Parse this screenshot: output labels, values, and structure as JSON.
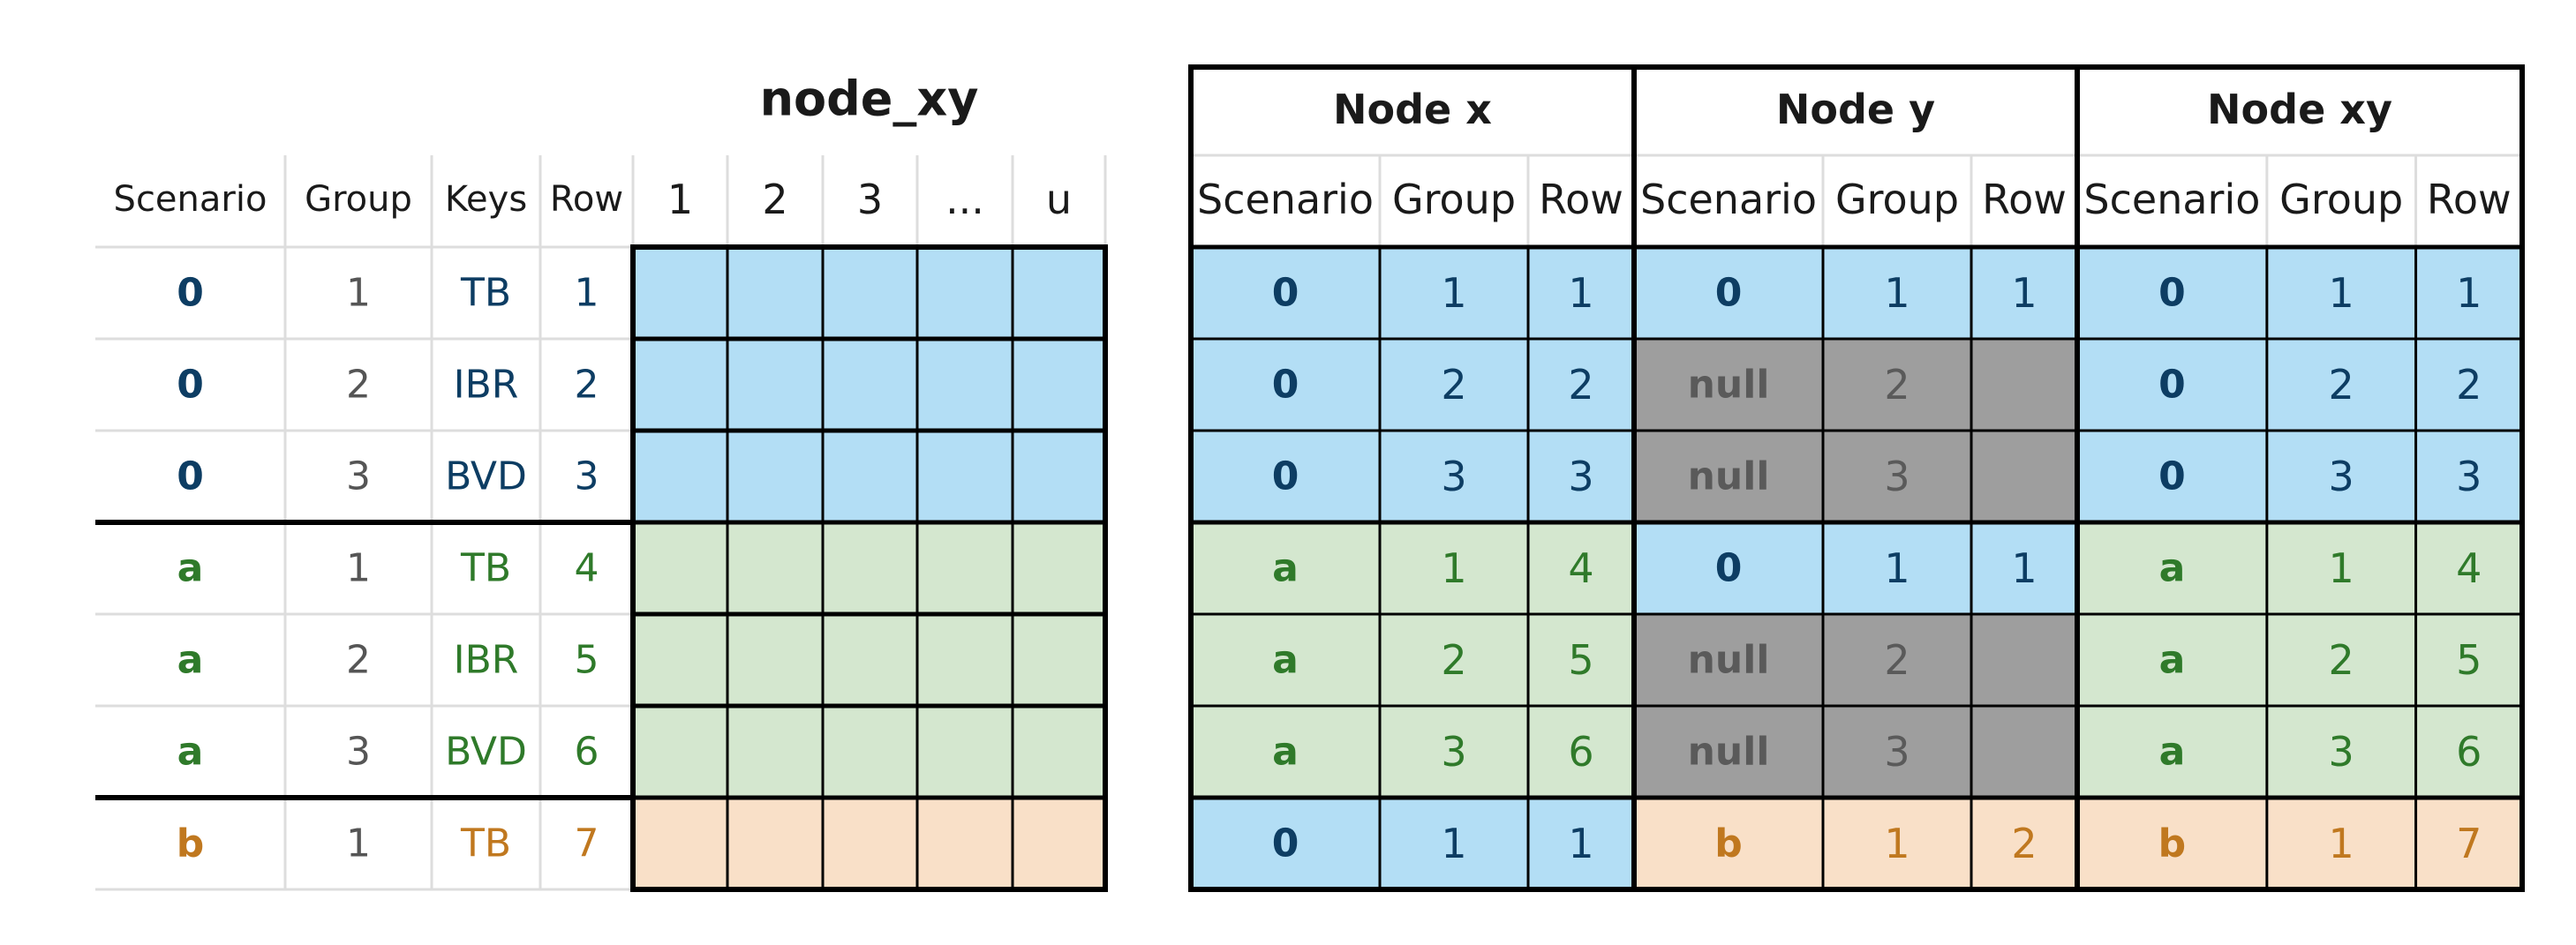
{
  "left_table": {
    "title": "node_xy",
    "headers": [
      "Scenario",
      "Group",
      "Keys",
      "Row",
      "1",
      "2",
      "3",
      "...",
      "u"
    ],
    "rows": [
      {
        "scenario": "0",
        "group": "1",
        "keys": "TB",
        "row": "1",
        "color_class": "s0"
      },
      {
        "scenario": "0",
        "group": "2",
        "keys": "IBR",
        "row": "2",
        "color_class": "s0"
      },
      {
        "scenario": "0",
        "group": "3",
        "keys": "BVD",
        "row": "3",
        "color_class": "s0"
      },
      {
        "scenario": "a",
        "group": "1",
        "keys": "TB",
        "row": "4",
        "color_class": "sa"
      },
      {
        "scenario": "a",
        "group": "2",
        "keys": "IBR",
        "row": "5",
        "color_class": "sa"
      },
      {
        "scenario": "a",
        "group": "3",
        "keys": "BVD",
        "row": "6",
        "color_class": "sa"
      },
      {
        "scenario": "b",
        "group": "1",
        "keys": "TB",
        "row": "7",
        "color_class": "sb"
      }
    ]
  },
  "right_table": {
    "groups": [
      "Node x",
      "Node y",
      "Node xy"
    ],
    "sub_headers": [
      "Scenario",
      "Group",
      "Row"
    ],
    "rows": [
      [
        {
          "v": [
            "0",
            "1",
            "1"
          ],
          "c": "s0"
        },
        {
          "v": [
            "0",
            "1",
            "1"
          ],
          "c": "s0"
        },
        {
          "v": [
            "0",
            "1",
            "1"
          ],
          "c": "s0"
        }
      ],
      [
        {
          "v": [
            "0",
            "2",
            "2"
          ],
          "c": "s0"
        },
        {
          "v": [
            "null",
            "2",
            ""
          ],
          "c": "null"
        },
        {
          "v": [
            "0",
            "2",
            "2"
          ],
          "c": "s0"
        }
      ],
      [
        {
          "v": [
            "0",
            "3",
            "3"
          ],
          "c": "s0"
        },
        {
          "v": [
            "null",
            "3",
            ""
          ],
          "c": "null"
        },
        {
          "v": [
            "0",
            "3",
            "3"
          ],
          "c": "s0"
        }
      ],
      [
        {
          "v": [
            "a",
            "1",
            "4"
          ],
          "c": "sa"
        },
        {
          "v": [
            "0",
            "1",
            "1"
          ],
          "c": "s0"
        },
        {
          "v": [
            "a",
            "1",
            "4"
          ],
          "c": "sa"
        }
      ],
      [
        {
          "v": [
            "a",
            "2",
            "5"
          ],
          "c": "sa"
        },
        {
          "v": [
            "null",
            "2",
            ""
          ],
          "c": "null"
        },
        {
          "v": [
            "a",
            "2",
            "5"
          ],
          "c": "sa"
        }
      ],
      [
        {
          "v": [
            "a",
            "3",
            "6"
          ],
          "c": "sa"
        },
        {
          "v": [
            "null",
            "3",
            ""
          ],
          "c": "null"
        },
        {
          "v": [
            "a",
            "3",
            "6"
          ],
          "c": "sa"
        }
      ],
      [
        {
          "v": [
            "0",
            "1",
            "1"
          ],
          "c": "s0"
        },
        {
          "v": [
            "b",
            "1",
            "2"
          ],
          "c": "sb"
        },
        {
          "v": [
            "b",
            "1",
            "7"
          ],
          "c": "sb"
        }
      ]
    ]
  },
  "colors": {
    "s0_fill": "#b3def5",
    "s0_text": "#0d3d63",
    "sa_fill": "#d4e7cf",
    "sa_text": "#2f7a2a",
    "sb_fill": "#f9e0c8",
    "sb_text": "#c0781f",
    "null_fill": "#9e9e9e",
    "null_text": "#5a5a5a",
    "header_text": "#1a1a1a",
    "neutral_text": "#555555",
    "grid_light": "#dddddd",
    "border": "#000000"
  }
}
